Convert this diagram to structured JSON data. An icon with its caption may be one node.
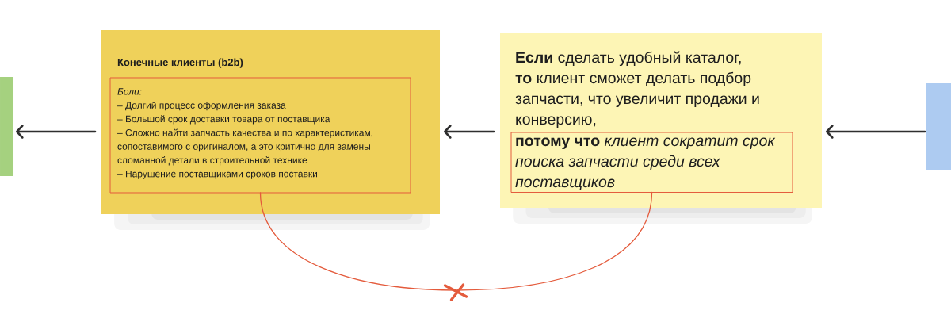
{
  "diagram": {
    "nodes": [
      {
        "text": [],
        "shape": "box"
      },
      {
        "text": [
          "Конечные клиенты (b2b)"
        ]
      },
      {
        "text": [
          "Боли:",
          "– Долгий процесс оформления заказа",
          "– Большой срок доставки товара от поставщика",
          "– Сложно найти запчасть качества и по характеристикам, сопоставимого с оригиналом, а это критично для замены сломанной детали в строительной технике",
          "– Нарушение поставщиками сроков поставки"
        ],
        "in": 1
      },
      {
        "text": [
          "**Если** сделать удобный каталог,",
          "**то** клиент сможет делать подбор запчасти, что увеличит продажи и конверсию,"
        ]
      },
      {
        "text": [
          "**потому что** *клиент сократит срок поиска запчасти среди всех поставщиков*"
        ],
        "in": 3
      },
      {
        "text": [],
        "shape": "box"
      }
    ],
    "edges": [
      {
        "from": 1,
        "to": 0,
        "arrow": "to"
      },
      {
        "from": 3,
        "to": 1,
        "arrow": "to"
      },
      {
        "from": 5,
        "to": 3,
        "arrow": "to"
      },
      {
        "from": 2,
        "to": 4,
        "arrow": "none",
        "color": "#e45b3c"
      }
    ]
  }
}
